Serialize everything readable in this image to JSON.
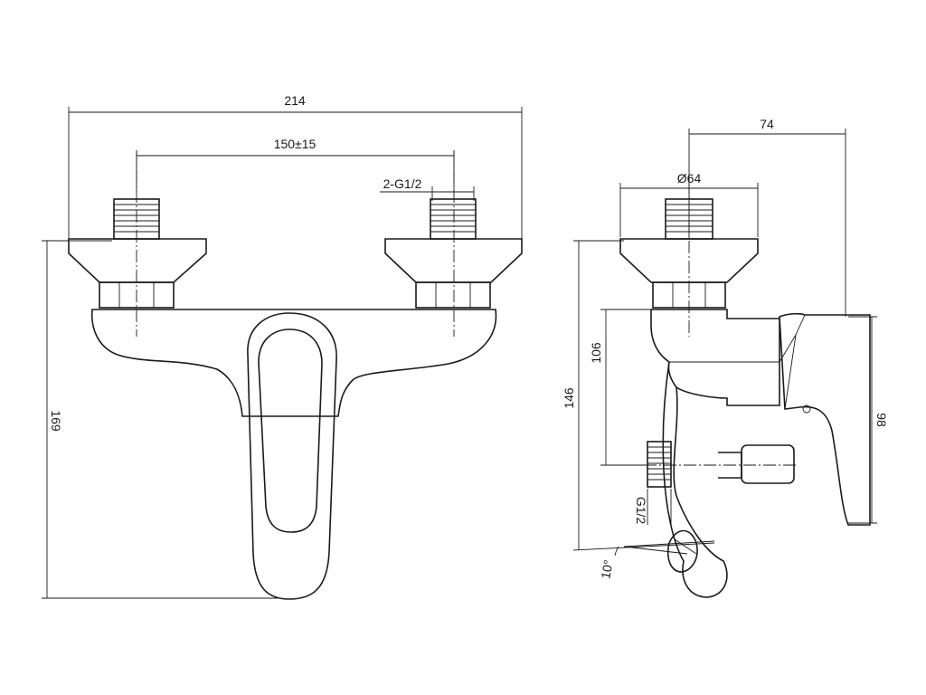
{
  "dimensions": {
    "total_width": "214",
    "spacing": "150±15",
    "thread_inlets": "2-G1/2",
    "total_height": "169",
    "depth": "74",
    "flange_diameter": "Ø64",
    "height_outlet": "106",
    "height_spout": "146",
    "outlet_thread": "G1/2",
    "spout_angle": "10°",
    "lever_height": "98"
  }
}
